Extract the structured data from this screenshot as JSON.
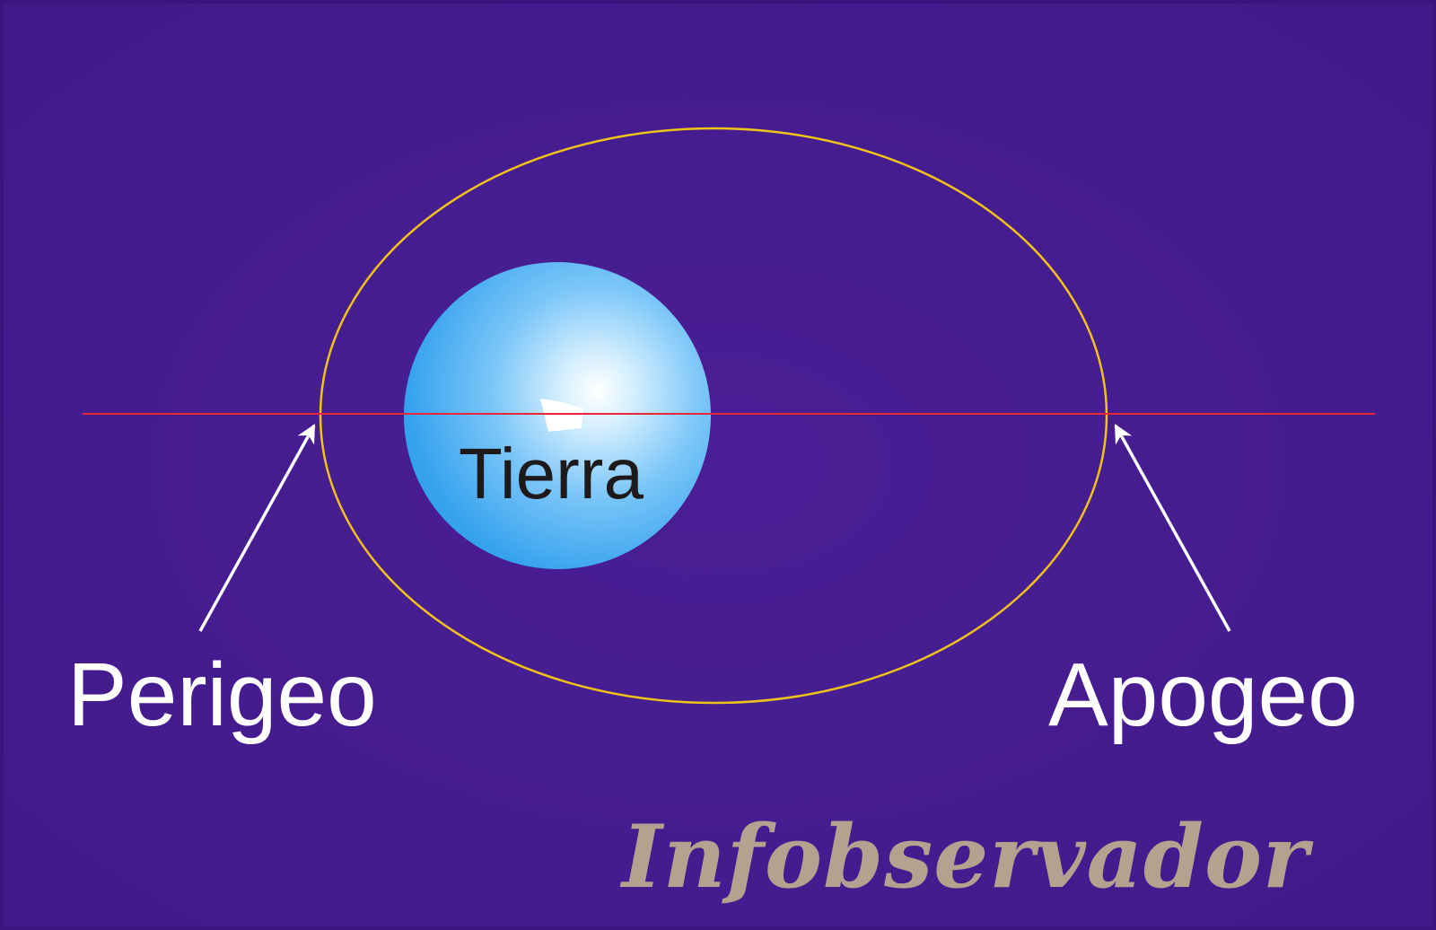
{
  "diagram": {
    "earth_label": "Tierra",
    "perigee_label": "Perigeo",
    "apogee_label": "Apogeo",
    "watermark": "Infobservador"
  },
  "colors": {
    "background": "#461d91",
    "orbit": "#f1c318",
    "apsidal_line": "#e8283a",
    "arrows": "#ffffff",
    "earth_light": "#ffffff",
    "earth_dark": "#3aa6f0",
    "label_text": "#ffffff",
    "earth_text": "#1e1a1c",
    "watermark": "#b3a28f"
  }
}
